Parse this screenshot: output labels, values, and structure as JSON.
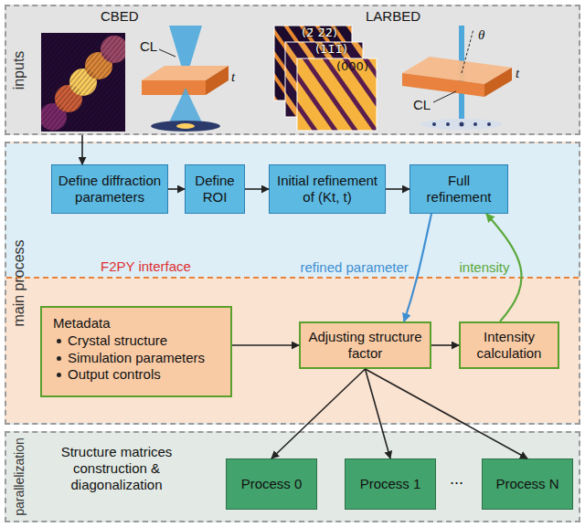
{
  "diagram": {
    "nodes": [
      {
        "text": [
          "inputs"
        ]
      },
      {
        "text": [
          "main process"
        ]
      },
      {
        "text": [
          "Define diffraction parameters"
        ],
        "in": 1
      },
      {
        "text": [
          "Define ROI"
        ],
        "in": 1
      },
      {
        "text": [
          "Initial refinement of (Kt, t)"
        ],
        "in": 1
      },
      {
        "text": [
          "Full refinement"
        ],
        "in": 1
      },
      {
        "text": [
          "Metadata",
          "Crystal structure",
          "Simulation parameters",
          "Output controls"
        ],
        "in": 1
      },
      {
        "text": [
          "Adjusting structure factor"
        ],
        "in": 1
      },
      {
        "text": [
          "Intensity calculation"
        ],
        "in": 1
      },
      {
        "text": [
          "parallelization"
        ]
      },
      {
        "text": [
          "Process 0"
        ],
        "in": 9
      },
      {
        "text": [
          "Process 1"
        ],
        "in": 9
      },
      {
        "text": [
          "Process N"
        ],
        "in": 9
      }
    ],
    "edges": [
      {
        "from": 0,
        "to": 2,
        "arrow": "to"
      },
      {
        "from": 2,
        "to": 3,
        "arrow": "to"
      },
      {
        "from": 3,
        "to": 4,
        "arrow": "to"
      },
      {
        "from": 4,
        "to": 5,
        "arrow": "to"
      },
      {
        "from": 5,
        "to": 7,
        "label": "refined parameter",
        "arrow": "to"
      },
      {
        "from": 8,
        "to": 5,
        "label": "intensity",
        "arrow": "to"
      },
      {
        "from": 6,
        "to": 7,
        "arrow": "to"
      },
      {
        "from": 7,
        "to": 8,
        "arrow": "to"
      },
      {
        "from": 7,
        "to": 10,
        "arrow": "to"
      },
      {
        "from": 7,
        "to": 11,
        "arrow": "to"
      },
      {
        "from": 7,
        "to": 12,
        "arrow": "to"
      }
    ],
    "labels": [
      "CBED",
      "t",
      "CL",
      "LARBED",
      "(2̄̄ 2̄2̄)",
      "(11̄1̄)",
      "(000)",
      "θ",
      "t",
      "CL",
      "F2PY interface",
      "Structure matrices construction & diagonalization",
      "..."
    ]
  }
}
